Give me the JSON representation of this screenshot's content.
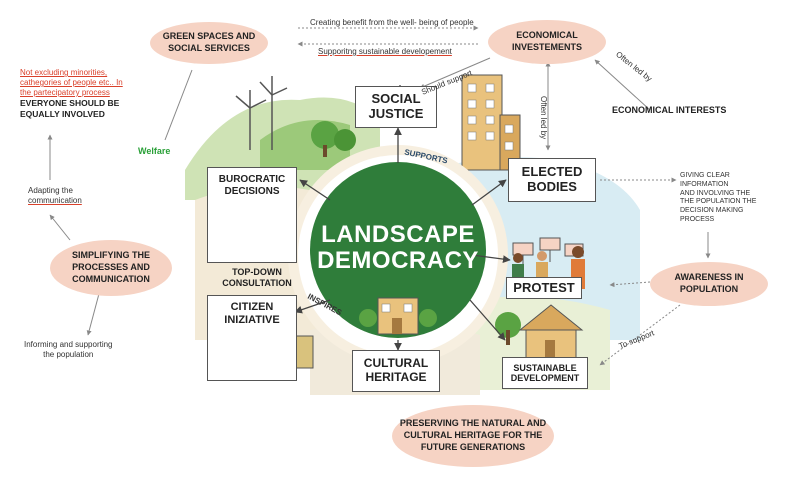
{
  "center": {
    "line1": "LANDSCAPE",
    "line2": "DEMOCRACY"
  },
  "boxes": {
    "social_justice": {
      "l1": "SOCIAL",
      "l2": "JUSTICE"
    },
    "burocratic": {
      "l1": "BUROCRATIC",
      "l2": "DECISIONS"
    },
    "elected": {
      "l1": "ELECTED",
      "l2": "BODIES"
    },
    "protest": "PROTEST",
    "citizen": {
      "l1": "CITIZEN",
      "l2": "INIZIATIVE"
    },
    "cultural": {
      "l1": "CULTURAL",
      "l2": "HERITAGE"
    },
    "sustainable": {
      "l1": "SUSTAINABLE",
      "l2": "DEVELOPMENT"
    }
  },
  "labels": {
    "supports": "SUPPORTS",
    "inspires": "INSPIRES",
    "topdown1": "TOP-DOWN",
    "topdown2": "CONSULTATION",
    "welfare": "Welfare",
    "should_support": "Should support",
    "often_led_by_1": "Often led by",
    "often_led_by_2": "Often led by",
    "to_support": "To support"
  },
  "pills": {
    "green": {
      "l1": "GREEN SPACES AND",
      "l2": "SOCIAL SERVICES"
    },
    "economical": {
      "l1": "ECONOMICAL",
      "l2": "INVESTEMENTS"
    },
    "simplifying": {
      "l1": "SIMPLIFYING THE",
      "l2": "PROCESSES AND",
      "l3": "COMMUNICATION"
    },
    "awareness": {
      "l1": "AWARENESS IN",
      "l2": "POPULATION"
    },
    "preserving": {
      "l1": "PRESERVING THE NATURAL AND",
      "l2": "CULTURAL HERITAGE FOR THE",
      "l3": "FUTURE GENERATIONS"
    }
  },
  "notes": {
    "creating_benefit": "Creating benefit from the well- being of people",
    "supporting_dev": "Supporitng sustainable developement",
    "economical_interests": "ECONOMICAL INTERESTS",
    "giving_clear": {
      "l1": "GIVING CLEAR",
      "l2": "INFORMATION",
      "l3": "AND INVOLVING THE",
      "l4": "THE POPULATION THE",
      "l5": "DECISION MAKING",
      "l6": "PROCESS"
    },
    "not_excluding": {
      "l1": "Not excluding minorities,",
      "l2": "cathegories of people etc.. In",
      "l3": "the partecipatory process"
    },
    "everyone": {
      "l1": "EVERYONE SHOULD BE",
      "l2": "EQUALLY INVOLVED"
    },
    "adapting": {
      "l1": "Adapting the",
      "l2": "communication"
    },
    "informing": {
      "l1": "Informing and supporting",
      "l2": "the population"
    }
  },
  "colors": {
    "green_dark": "#2f7d3a",
    "pill": "#f6d3c4",
    "red_text": "#d9412b",
    "welfare_green": "#2aa038"
  }
}
